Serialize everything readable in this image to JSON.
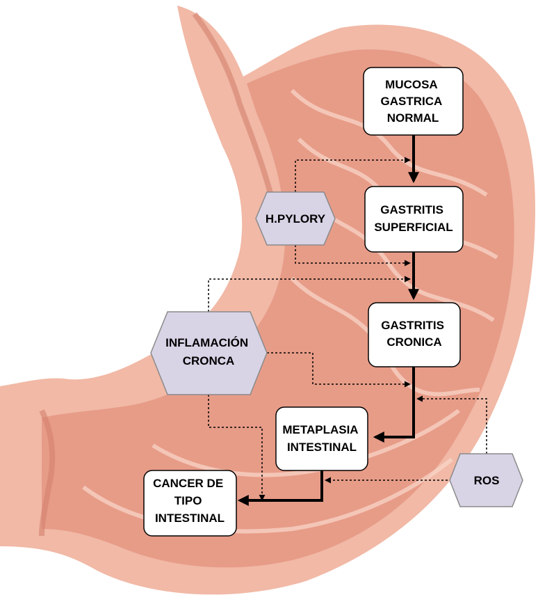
{
  "diagram": {
    "colors": {
      "stomach_outer": "#f1b9a6",
      "stomach_inner": "#e79c88",
      "stomach_fold": "#f9d9cc",
      "stomach_shadow": "#d4806e",
      "box_fill": "#ffffff",
      "box_stroke": "#000000",
      "hex_fill": "#d9d3e6",
      "hex_stroke": "#8a8a8a",
      "arrow": "#000000"
    },
    "stages": {
      "normal": [
        "MUCOSA",
        "GASTRICA",
        "NORMAL"
      ],
      "superficial": [
        "GASTRITIS",
        "SUPERFICIAL"
      ],
      "cronica": [
        "GASTRITIS",
        "CRONICA"
      ],
      "metaplasia": [
        "METAPLASIA",
        "INTESTINAL"
      ],
      "cancer": [
        "CANCER DE",
        "TIPO",
        "INTESTINAL"
      ]
    },
    "factors": {
      "hpylory": [
        "H.PYLORY"
      ],
      "inflamacion": [
        "INFLAMACIÓN",
        "CRONCA"
      ],
      "ros": [
        "ROS"
      ]
    }
  }
}
